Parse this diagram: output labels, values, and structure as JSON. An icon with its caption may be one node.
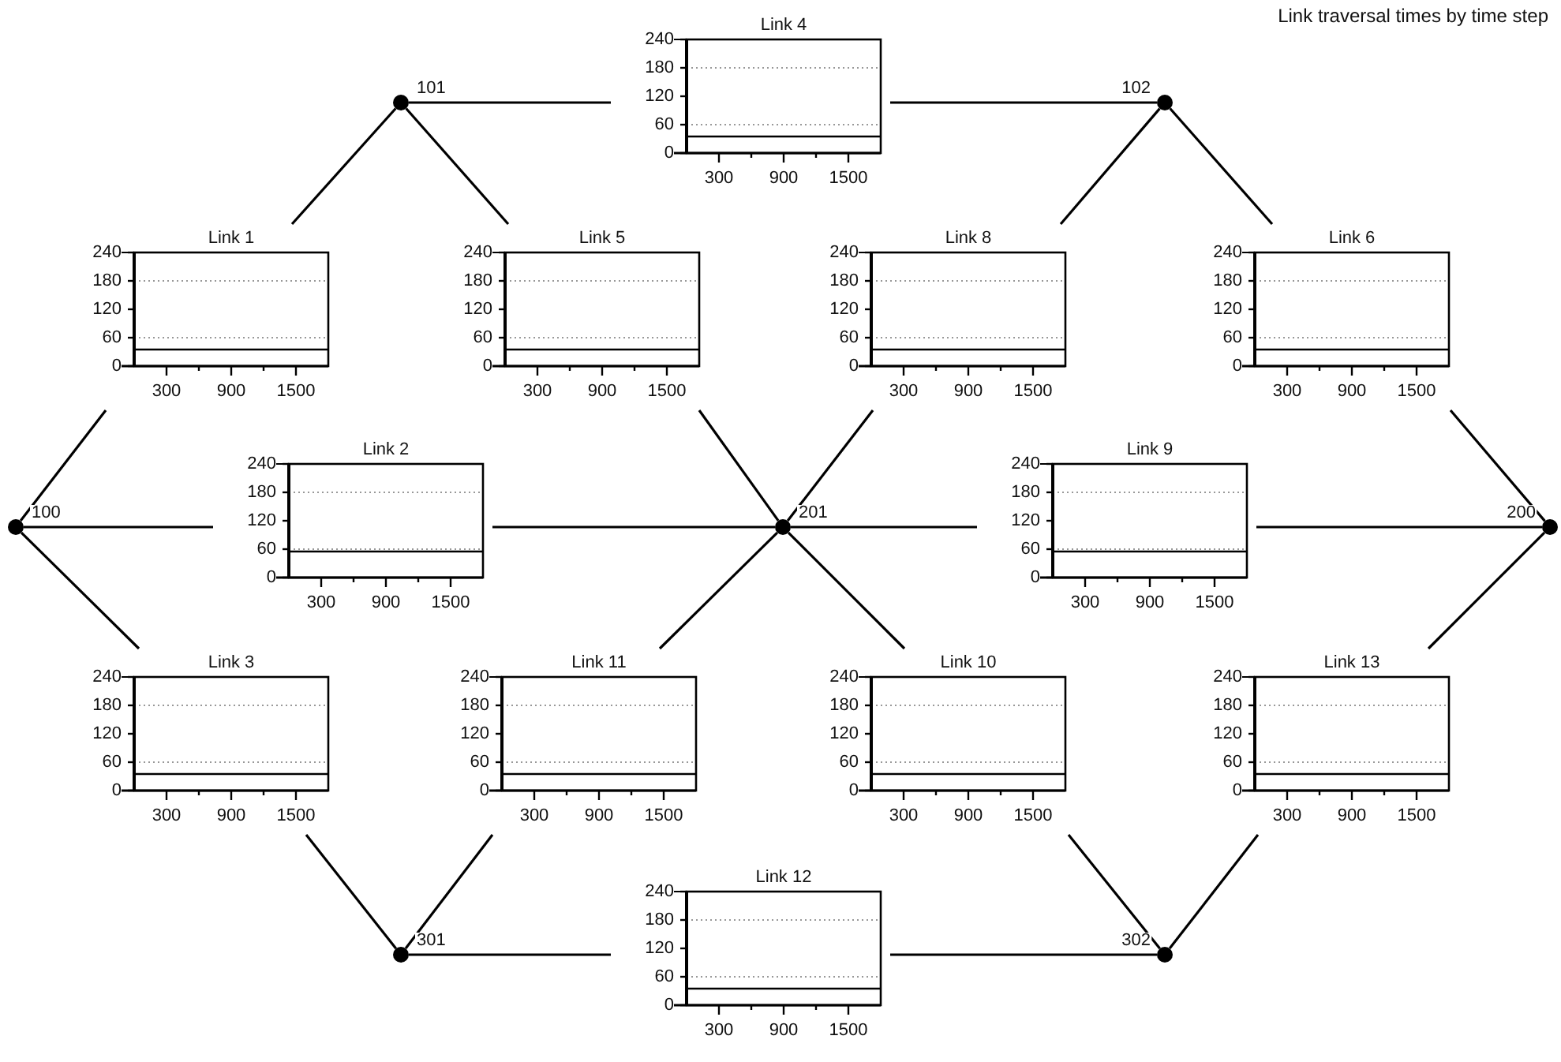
{
  "diagram": {
    "title": "Link traversal times by time step",
    "nodes": [
      {
        "text": [
          "Link 4",
          "240",
          "180",
          "120",
          "60",
          "0",
          "300",
          "900",
          "1500"
        ]
      },
      {
        "text": [],
        "shape": "circle",
        "beside": [
          "101"
        ]
      },
      {
        "text": [],
        "shape": "circle",
        "beside": [
          "102"
        ]
      },
      {
        "text": [
          "Link 1",
          "240",
          "180",
          "120",
          "60",
          "0",
          "300",
          "900",
          "1500"
        ]
      },
      {
        "text": [
          "Link 5",
          "240",
          "180",
          "120",
          "60",
          "0",
          "300",
          "900",
          "1500"
        ]
      },
      {
        "text": [
          "Link 8",
          "240",
          "180",
          "120",
          "60",
          "0",
          "300",
          "900",
          "1500"
        ]
      },
      {
        "text": [
          "Link 6",
          "240",
          "180",
          "120",
          "60",
          "0",
          "300",
          "900",
          "1500"
        ]
      },
      {
        "text": [],
        "shape": "circle",
        "beside": [
          "100"
        ]
      },
      {
        "text": [
          "Link 2",
          "240",
          "180",
          "120",
          "60",
          "0",
          "300",
          "900",
          "1500"
        ]
      },
      {
        "text": [],
        "shape": "circle",
        "beside": [
          "201"
        ]
      },
      {
        "text": [
          "Link 9",
          "240",
          "180",
          "120",
          "60",
          "0",
          "300",
          "900",
          "1500"
        ]
      },
      {
        "text": [],
        "shape": "circle",
        "beside": [
          "200"
        ]
      },
      {
        "text": [
          "Link 3",
          "240",
          "180",
          "120",
          "60",
          "0",
          "300",
          "900",
          "1500"
        ]
      },
      {
        "text": [
          "Link 11",
          "240",
          "180",
          "120",
          "60",
          "0",
          "300",
          "900",
          "1500"
        ]
      },
      {
        "text": [
          "Link 10",
          "240",
          "180",
          "120",
          "60",
          "0",
          "300",
          "900",
          "1500"
        ]
      },
      {
        "text": [
          "Link 13",
          "240",
          "180",
          "120",
          "60",
          "0",
          "300",
          "900",
          "1500"
        ]
      },
      {
        "text": [],
        "shape": "circle",
        "beside": [
          "301"
        ]
      },
      {
        "text": [
          "Link 12",
          "240",
          "180",
          "120",
          "60",
          "0",
          "300",
          "900",
          "1500"
        ]
      },
      {
        "text": [],
        "shape": "circle",
        "beside": [
          "302"
        ]
      }
    ],
    "edges": [
      {
        "from": 7,
        "to": 3,
        "arrow": "none"
      },
      {
        "from": 3,
        "to": 1,
        "arrow": "none"
      },
      {
        "from": 7,
        "to": 8,
        "arrow": "none"
      },
      {
        "from": 8,
        "to": 9,
        "arrow": "none"
      },
      {
        "from": 7,
        "to": 12,
        "arrow": "none"
      },
      {
        "from": 12,
        "to": 16,
        "arrow": "none"
      },
      {
        "from": 1,
        "to": 0,
        "arrow": "none"
      },
      {
        "from": 0,
        "to": 2,
        "arrow": "none"
      },
      {
        "from": 1,
        "to": 4,
        "arrow": "none"
      },
      {
        "from": 4,
        "to": 9,
        "arrow": "none"
      },
      {
        "from": 2,
        "to": 6,
        "arrow": "none"
      },
      {
        "from": 6,
        "to": 11,
        "arrow": "none"
      },
      {
        "from": 2,
        "to": 5,
        "arrow": "none"
      },
      {
        "from": 5,
        "to": 9,
        "arrow": "none"
      },
      {
        "from": 9,
        "to": 10,
        "arrow": "none"
      },
      {
        "from": 10,
        "to": 11,
        "arrow": "none"
      },
      {
        "from": 9,
        "to": 14,
        "arrow": "none"
      },
      {
        "from": 14,
        "to": 18,
        "arrow": "none"
      },
      {
        "from": 9,
        "to": 13,
        "arrow": "none"
      },
      {
        "from": 13,
        "to": 16,
        "arrow": "none"
      },
      {
        "from": 16,
        "to": 17,
        "arrow": "none"
      },
      {
        "from": 17,
        "to": 18,
        "arrow": "none"
      },
      {
        "from": 11,
        "to": 15,
        "arrow": "none"
      },
      {
        "from": 15,
        "to": 18,
        "arrow": "none"
      }
    ]
  }
}
